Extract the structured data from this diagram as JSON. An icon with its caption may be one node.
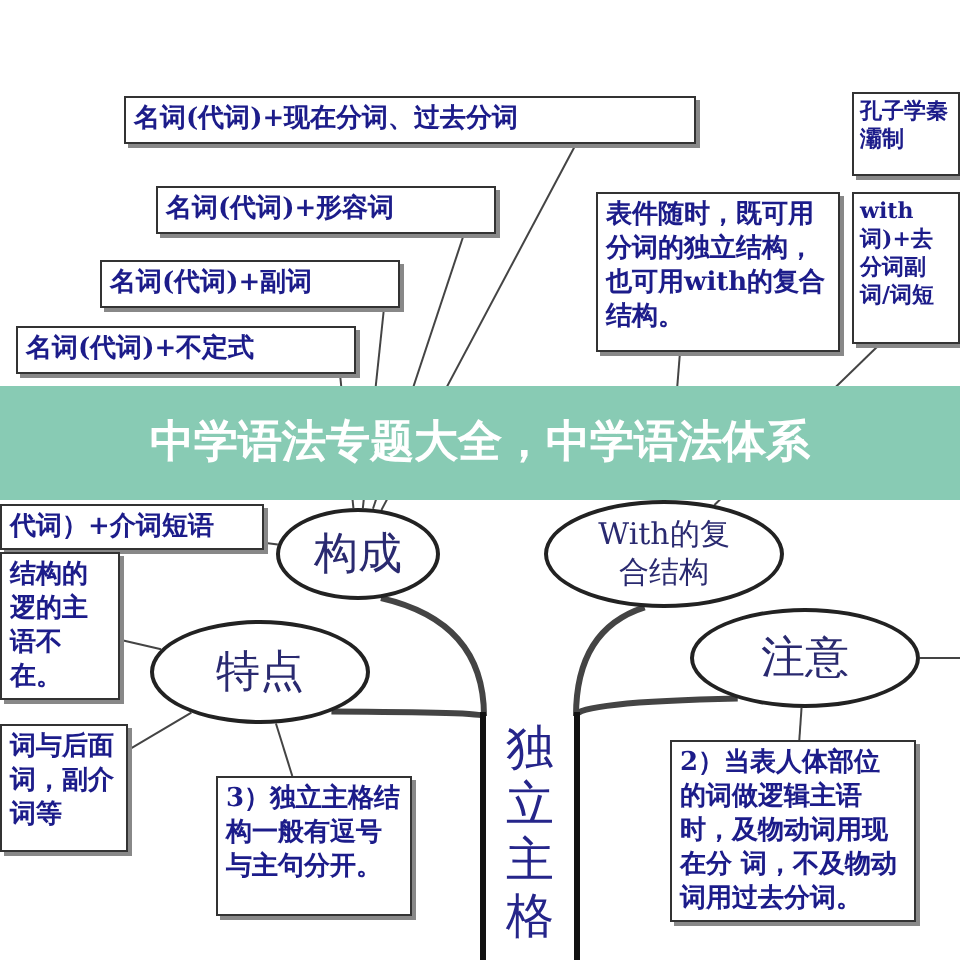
{
  "diagram": {
    "title": "中学语法专题大全，中学语法体系",
    "nodes": [
      {
        "text": [
          "名词(代词)+现在分词、过去分词"
        ]
      },
      {
        "text": [
          "名词(代词)+形容词"
        ]
      },
      {
        "text": [
          "名词(代词)+副词"
        ]
      },
      {
        "text": [
          "名词(代词)+不定式"
        ]
      },
      {
        "text": [
          "代词）+介词短语"
        ]
      },
      {
        "text": [
          "表件随时，既可用分词的独立结构，也可用with的复合结构。"
        ]
      },
      {
        "text": [
          "孔子学秦灞制"
        ]
      },
      {
        "text": [
          "with词)+去分词副词/词短"
        ]
      },
      {
        "text": [
          "结构的逻的主语不在。"
        ]
      },
      {
        "text": [
          "构成"
        ]
      },
      {
        "text": [
          "With的复合结构"
        ]
      },
      {
        "text": [
          "特点"
        ]
      },
      {
        "text": [
          "注意"
        ]
      },
      {
        "text": [
          "词与后面词，副介词等"
        ]
      },
      {
        "text": [
          "3）独立主格结构一般有逗号与主句分开。"
        ]
      },
      {
        "text": [
          "2）当表人体部位的词做逻辑主语时，及物动词用现在分 词，不及物动词用过去分词。"
        ]
      },
      {
        "text": [
          "独立主格"
        ]
      }
    ],
    "edges": [
      {
        "from": 0,
        "to": 9,
        "arrow": "none"
      },
      {
        "from": 1,
        "to": 9,
        "arrow": "none"
      },
      {
        "from": 2,
        "to": 9,
        "arrow": "none"
      },
      {
        "from": 3,
        "to": 9,
        "arrow": "none"
      },
      {
        "from": 4,
        "to": 9,
        "arrow": "none"
      },
      {
        "from": 5,
        "to": 10,
        "arrow": "none"
      },
      {
        "from": 7,
        "to": 10,
        "arrow": "none"
      },
      {
        "from": 8,
        "to": 11,
        "arrow": "none"
      },
      {
        "from": 13,
        "to": 11,
        "arrow": "none"
      },
      {
        "from": 14,
        "to": 11,
        "arrow": "none"
      },
      {
        "from": 15,
        "to": 12,
        "arrow": "none"
      },
      {
        "from": 12,
        "to": null,
        "arrow": "none"
      },
      {
        "from": 16,
        "to": 9,
        "arrow": "none",
        "style": "thick"
      },
      {
        "from": 16,
        "to": 10,
        "arrow": "none",
        "style": "thick"
      },
      {
        "from": 16,
        "to": 11,
        "arrow": "none",
        "style": "thick"
      },
      {
        "from": 16,
        "to": 12,
        "arrow": "none",
        "style": "thick"
      }
    ]
  }
}
